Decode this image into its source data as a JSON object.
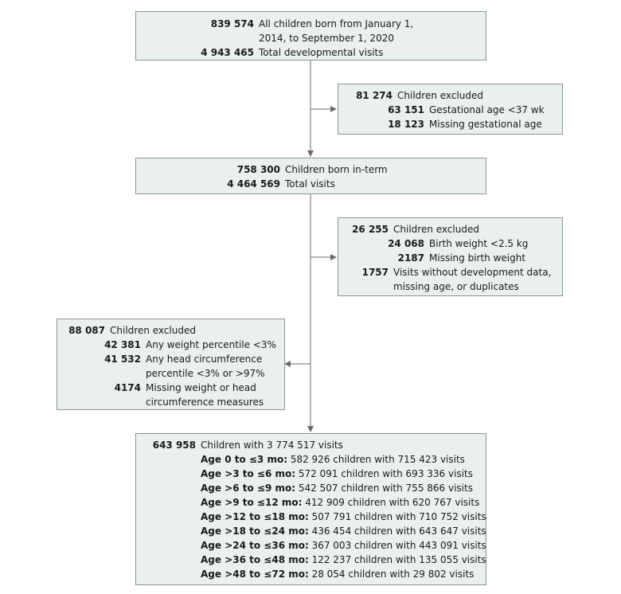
{
  "box1": {
    "rows": [
      {
        "num": "839 574",
        "label": "All children born from January 1,"
      },
      {
        "num": "",
        "label": "2014, to September 1, 2020"
      },
      {
        "num": "4 943 465",
        "label": "Total developmental visits"
      }
    ]
  },
  "excl1": {
    "main": {
      "num": "81 274",
      "label": "Children excluded"
    },
    "subs": [
      {
        "num": "63 151",
        "label": "Gestational age <37 wk"
      },
      {
        "num": "18 123",
        "label": "Missing gestational age"
      }
    ]
  },
  "box2": {
    "rows": [
      {
        "num": "758 300",
        "label": "Children born in-term"
      },
      {
        "num": "4 464 569",
        "label": "Total visits"
      }
    ]
  },
  "excl2": {
    "main": {
      "num": "26 255",
      "label": "Children excluded"
    },
    "subs": [
      {
        "num": "24 068",
        "label": "Birth weight <2.5 kg"
      },
      {
        "num": "2187",
        "label": "Missing birth weight"
      },
      {
        "num": "1757",
        "label": "Visits without development data,"
      },
      {
        "num": "",
        "label": "missing age, or duplicates"
      }
    ]
  },
  "excl3": {
    "main": {
      "num": "88 087",
      "label": "Children excluded"
    },
    "subs": [
      {
        "num": "42 381",
        "label": "Any weight percentile <3%"
      },
      {
        "num": "41 532",
        "label": "Any head circumference"
      },
      {
        "num": "",
        "label": "percentile <3% or >97%"
      },
      {
        "num": "4174",
        "label": "Missing weight or head"
      },
      {
        "num": "",
        "label": "circumference measures"
      }
    ]
  },
  "final": {
    "main": {
      "num": "643 958",
      "label": "Children with 3 774 517 visits"
    },
    "ages": [
      {
        "age": "Age 0 to ≤3 mo:",
        "text": " 582 926 children with 715 423 visits"
      },
      {
        "age": "Age >3 to ≤6 mo:",
        "text": " 572 091 children with 693 336 visits"
      },
      {
        "age": "Age >6 to ≤9 mo:",
        "text": " 542 507 children with 755 866 visits"
      },
      {
        "age": "Age >9 to ≤12 mo:",
        "text": " 412 909 children with 620 767 visits"
      },
      {
        "age": "Age >12 to ≤18 mo:",
        "text": " 507 791 children with 710 752 visits"
      },
      {
        "age": "Age >18 to ≤24 mo:",
        "text": " 436 454 children with 643 647 visits"
      },
      {
        "age": "Age >24 to ≤36 mo:",
        "text": " 367 003 children with 443 091 visits"
      },
      {
        "age": "Age >36 to ≤48 mo:",
        "text": " 122 237 children with 135 055 visits"
      },
      {
        "age": "Age >48 to ≤72 mo:",
        "text": " 28 054 children with 29 802 visits"
      }
    ]
  },
  "colors": {
    "box_fill": "#e9f0ee",
    "box_border": "#8a9592",
    "line": "#6b6b6b"
  }
}
